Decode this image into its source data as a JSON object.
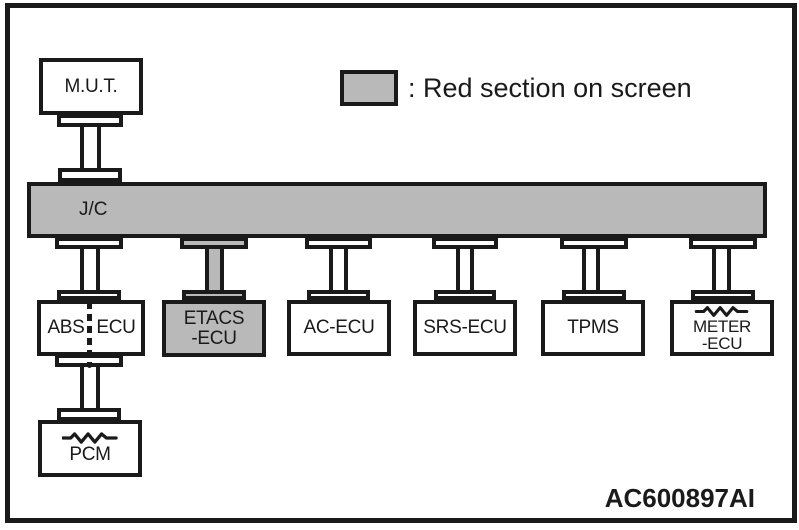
{
  "colors": {
    "line_color": "#1a1a1a",
    "highlight_gray": "#b9b9b9",
    "background": "#ffffff"
  },
  "legend": {
    "text": ": Red section on screen"
  },
  "bus": {
    "label": "J/C"
  },
  "nodes": {
    "mut": {
      "label": "M.U.T."
    },
    "abs_ecu": {
      "left": "ABS",
      "right": "ECU"
    },
    "etacs_ecu": {
      "line1": "ETACS",
      "line2": "-ECU",
      "highlighted": true
    },
    "ac_ecu": {
      "label": "AC-ECU"
    },
    "srs_ecu": {
      "label": "SRS-ECU"
    },
    "tpms": {
      "label": "TPMS"
    },
    "meter_ecu": {
      "line1": "METER",
      "line2": "-ECU",
      "terminating_resistor": true
    },
    "pcm": {
      "label": "PCM",
      "terminating_resistor": true
    }
  },
  "figure_id": "AC600897AI"
}
